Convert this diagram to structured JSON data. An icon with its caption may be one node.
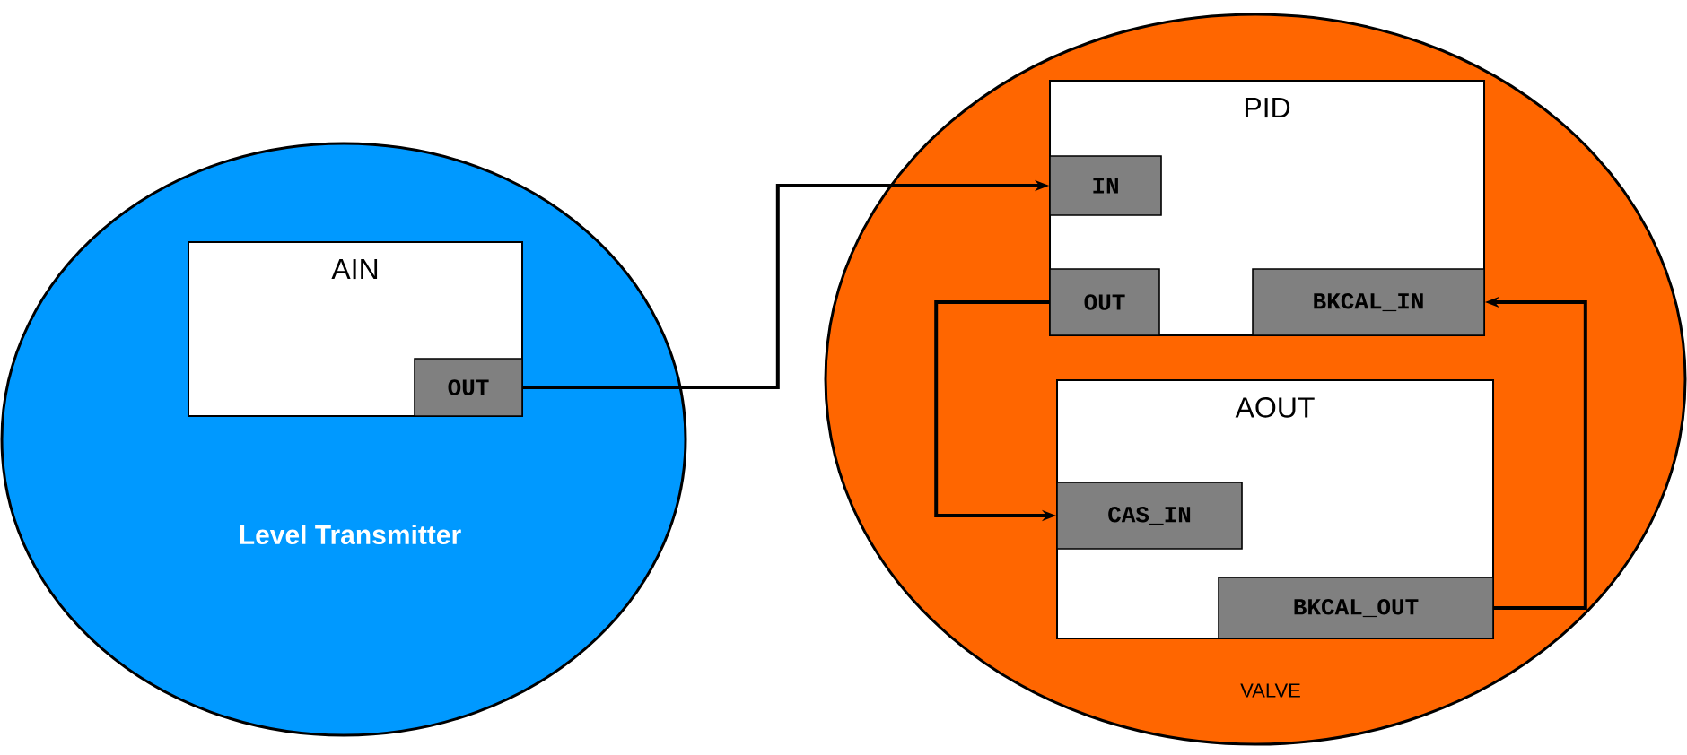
{
  "diagram": {
    "nodes": [
      {
        "text": [
          "Level Transmitter"
        ]
      },
      {
        "text": [
          "AIN"
        ],
        "in": 0
      },
      {
        "text": [
          "OUT"
        ],
        "in": 1
      },
      {
        "text": [
          "VALVE"
        ]
      },
      {
        "text": [
          "PID"
        ],
        "in": 3
      },
      {
        "text": [
          "IN"
        ],
        "in": 4
      },
      {
        "text": [
          "OUT"
        ],
        "in": 4
      },
      {
        "text": [
          "BKCAL_IN"
        ],
        "in": 4
      },
      {
        "text": [
          "AOUT"
        ],
        "in": 3
      },
      {
        "text": [
          "CAS_IN"
        ],
        "in": 8
      },
      {
        "text": [
          "BKCAL_OUT"
        ],
        "in": 8
      }
    ],
    "edges": [
      {
        "from": 2,
        "to": 5,
        "arrow": "to"
      },
      {
        "from": 6,
        "to": 9,
        "arrow": "to"
      },
      {
        "from": 10,
        "to": 7,
        "arrow": "to"
      }
    ]
  }
}
